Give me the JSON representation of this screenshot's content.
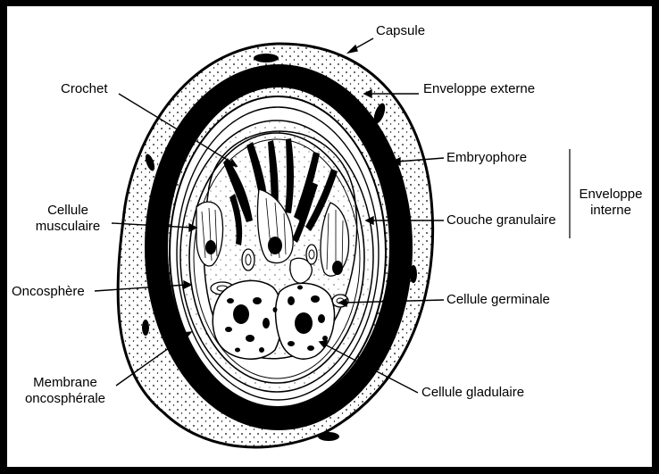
{
  "labels": {
    "capsule": "Capsule",
    "enveloppe_externe": "Enveloppe externe",
    "embryophore": "Embryophore",
    "couche_granulaire": "Couche granulaire",
    "cellule_germinale": "Cellule germinale",
    "cellule_gladulaire": "Cellule gladulaire",
    "crochet": "Crochet",
    "cellule_musculaire_1": "Cellule",
    "cellule_musculaire_2": "musculaire",
    "oncosphere": "Oncosphère",
    "membrane_1": "Membrane",
    "membrane_2": "oncosphérale",
    "enveloppe_interne_1": "Enveloppe",
    "enveloppe_interne_2": "interne"
  },
  "colors": {
    "frame": "#000000",
    "background": "#ffffff",
    "ink": "#000000"
  }
}
